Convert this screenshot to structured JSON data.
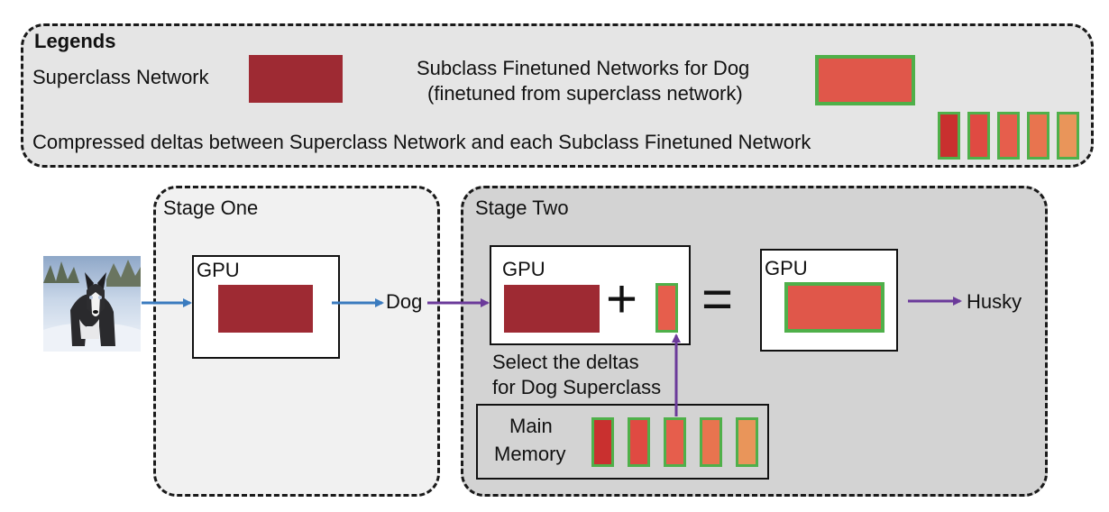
{
  "legend": {
    "title": "Legends",
    "superclass_label": "Superclass Network",
    "subclass_label_line1": "Subclass Finetuned Networks for Dog",
    "subclass_label_line2": "(finetuned from superclass network)",
    "deltas_label": "Compressed deltas between Superclass Network and each Subclass Finetuned Network"
  },
  "stage_one": {
    "title": "Stage One",
    "gpu_label": "GPU"
  },
  "stage_two": {
    "title": "Stage Two",
    "gpu_label": "GPU",
    "plus": "+",
    "equals": "=",
    "result_gpu_label": "GPU",
    "select_line1": "Select the deltas",
    "select_line2": "for Dog Superclass",
    "memory_line1": "Main",
    "memory_line2": "Memory"
  },
  "flow": {
    "intermediate_label": "Dog",
    "output_label": "Husky"
  },
  "colors": {
    "superclass": "#9e2a33",
    "subclass": "#e0574a",
    "subclass_border": "#4fb04a",
    "deltas": [
      "#c9302f",
      "#e04a42",
      "#e65e4c",
      "#e8744f",
      "#e9955a"
    ],
    "arrow_blue": "#3a7bbf",
    "arrow_purple": "#6b3a9a",
    "stage_one_bg": "#f1f1f1",
    "stage_two_bg": "#d3d3d3",
    "legend_bg": "#e5e5e5"
  },
  "icons": {
    "input_image": "husky-photo-icon"
  }
}
